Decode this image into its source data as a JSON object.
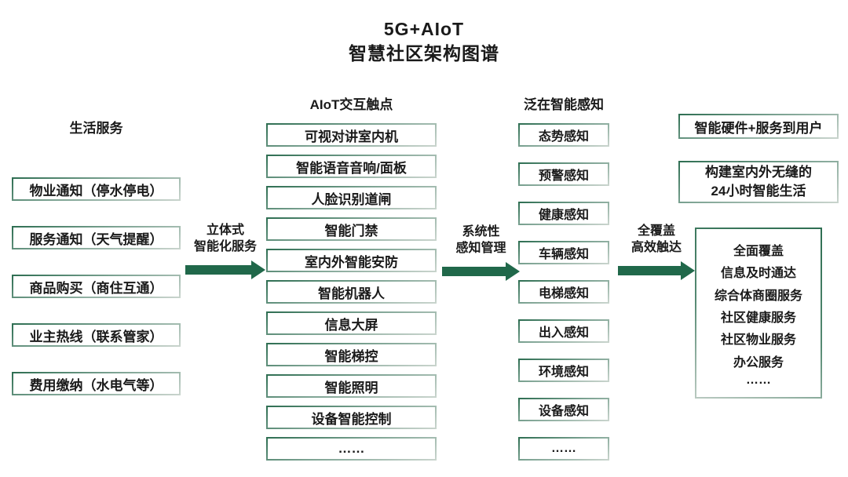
{
  "title": {
    "line1": "5G+AIoT",
    "line2": "智慧社区架构图谱"
  },
  "life": {
    "header": "生活服务",
    "boxes": [
      "物业通知（停水停电）",
      "服务通知（天气提醒）",
      "商品购买（商住互通）",
      "业主热线（联系管家）",
      "费用缴纳（水电气等）"
    ]
  },
  "aiot": {
    "header": "AIoT交互触点",
    "boxes": [
      "可视对讲室内机",
      "智能语音音响/面板",
      "人脸识别道闸",
      "智能门禁",
      "室内外智能安防",
      "智能机器人",
      "信息大屏",
      "智能梯控",
      "智能照明",
      "设备智能控制",
      "……"
    ]
  },
  "sensing": {
    "header": "泛在智能感知",
    "boxes": [
      "态势感知",
      "预警感知",
      "健康感知",
      "车辆感知",
      "电梯感知",
      "出入感知",
      "环境感知",
      "设备感知",
      "……"
    ]
  },
  "arrows": [
    {
      "line1": "立体式",
      "line2": "智能化服务"
    },
    {
      "line1": "系统性",
      "line2": "感知管理"
    },
    {
      "line1": "全覆盖",
      "line2": "高效触达"
    }
  ],
  "outcome": {
    "hardware_box": "智能硬件+服务到用户",
    "lifestyle_line1": "构建室内外无缝的",
    "lifestyle_line2": "24小时智能生活",
    "coverage": [
      "全面覆盖",
      "信息及时通达",
      "综合体商圈服务",
      "社区健康服务",
      "社区物业服务",
      "办公服务",
      "……"
    ]
  },
  "colors": {
    "arrow_green": "#20684a",
    "border_green_dark": "#2e6e52",
    "border_green_light": "#c9d4cd",
    "text": "#1a1a1a",
    "background": "#ffffff"
  }
}
